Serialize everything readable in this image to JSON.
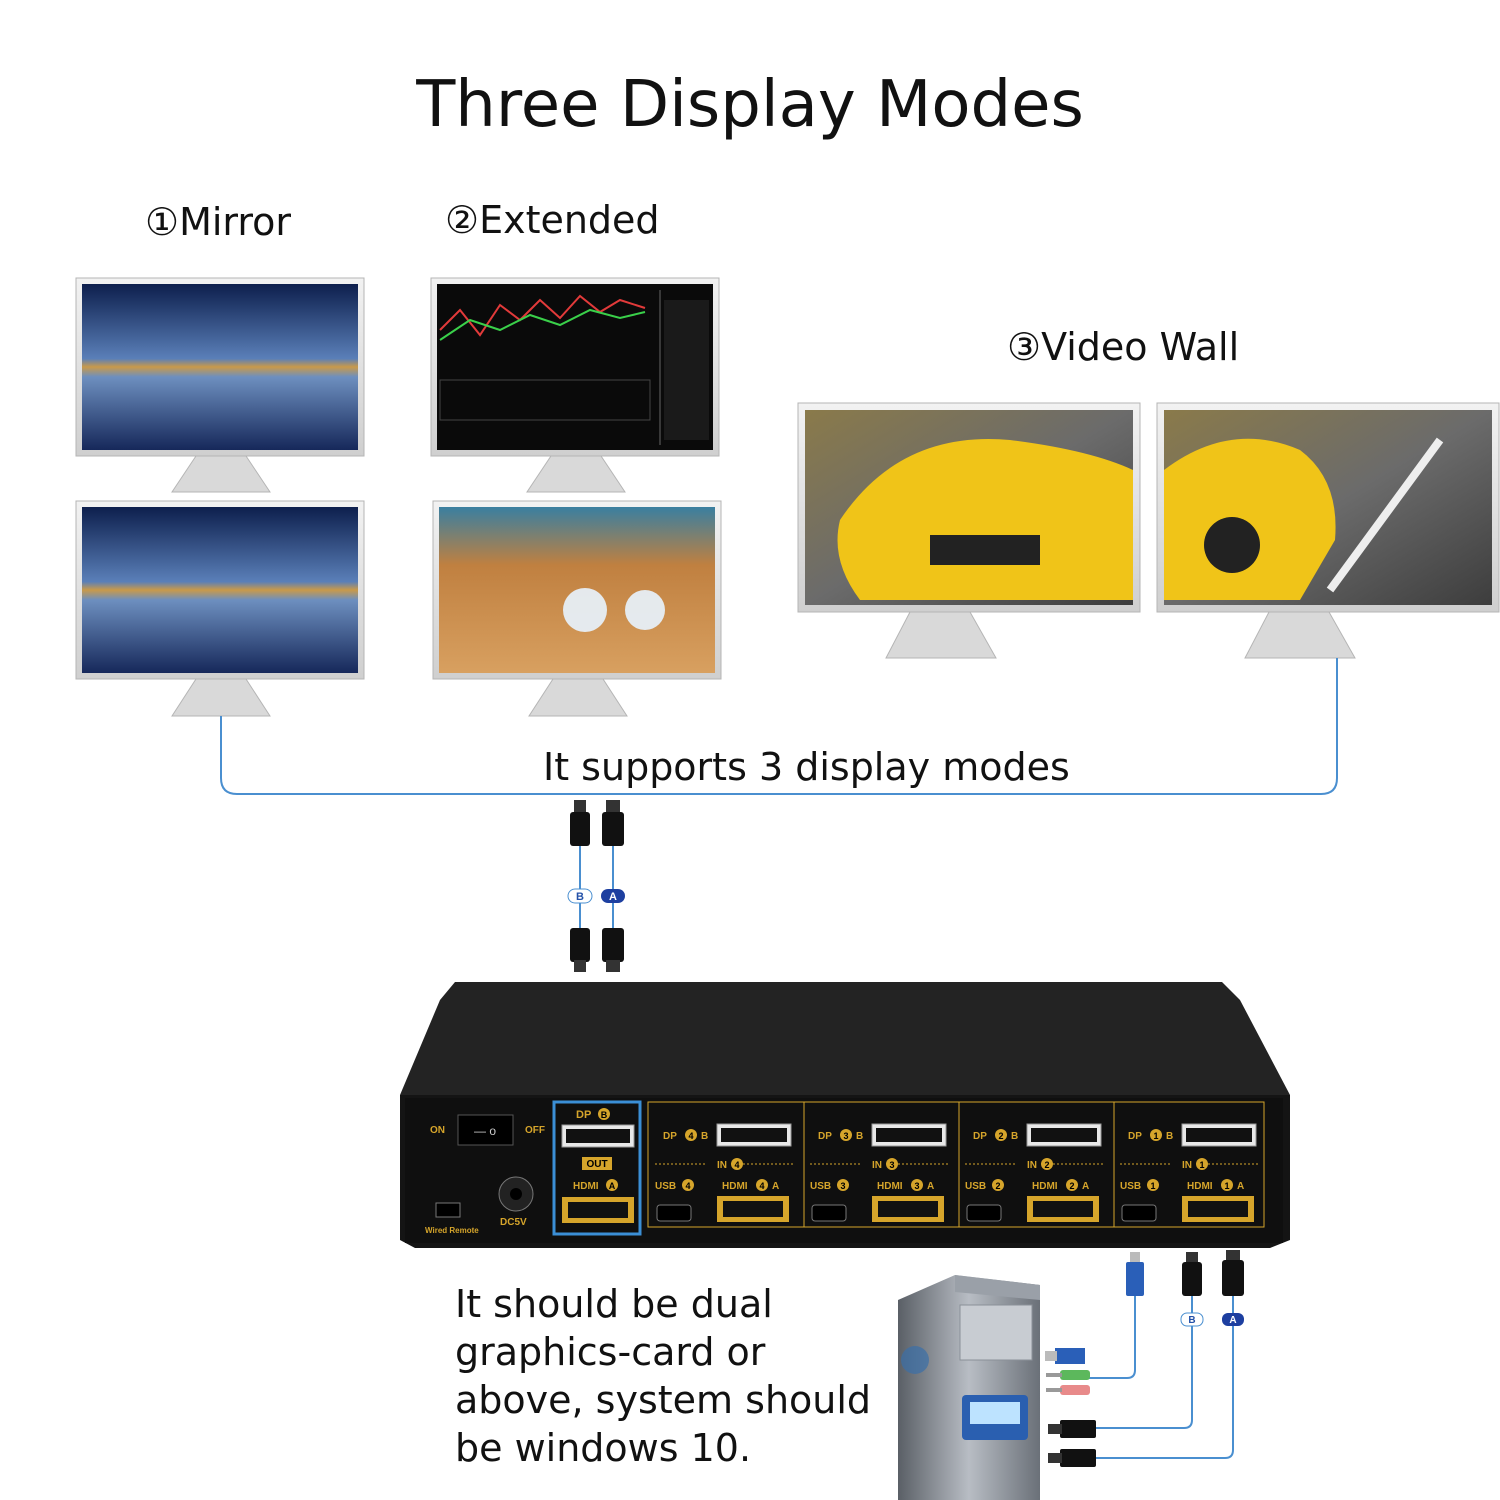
{
  "title": "Three Display Modes",
  "modes": [
    {
      "label": "①Mirror"
    },
    {
      "label": "②Extended"
    },
    {
      "label": "③Video Wall"
    }
  ],
  "support_text": "It supports 3 display modes",
  "requirement_lines": [
    "It should be dual",
    "graphics-card or",
    "above, system should",
    "be windows 10."
  ],
  "cable_tags": {
    "b": "B",
    "a": "A"
  },
  "device": {
    "switch_on": "ON",
    "switch_off": "OFF",
    "wired_remote": "Wired Remote",
    "dc": "DC5V",
    "out_dp": "DP",
    "out_dp_tag": "B",
    "out_label": "OUT",
    "out_hdmi": "HDMI",
    "out_hdmi_tag": "A",
    "inputs": [
      {
        "dp": "DP",
        "num": "4",
        "dp_tag": "B",
        "in": "IN",
        "usb": "USB",
        "hdmi": "HDMI",
        "hdmi_tag": "A"
      },
      {
        "dp": "DP",
        "num": "3",
        "dp_tag": "B",
        "in": "IN",
        "usb": "USB",
        "hdmi": "HDMI",
        "hdmi_tag": "A"
      },
      {
        "dp": "DP",
        "num": "2",
        "dp_tag": "B",
        "in": "IN",
        "usb": "USB",
        "hdmi": "HDMI",
        "hdmi_tag": "A"
      },
      {
        "dp": "DP",
        "num": "1",
        "dp_tag": "B",
        "in": "IN",
        "usb": "USB",
        "hdmi": "HDMI",
        "hdmi_tag": "A"
      }
    ]
  },
  "colors": {
    "cable": "#4a8fd0",
    "accent": "#d6a52b",
    "device": "#1c1c1c",
    "highlight_border": "#3b8fd6"
  }
}
